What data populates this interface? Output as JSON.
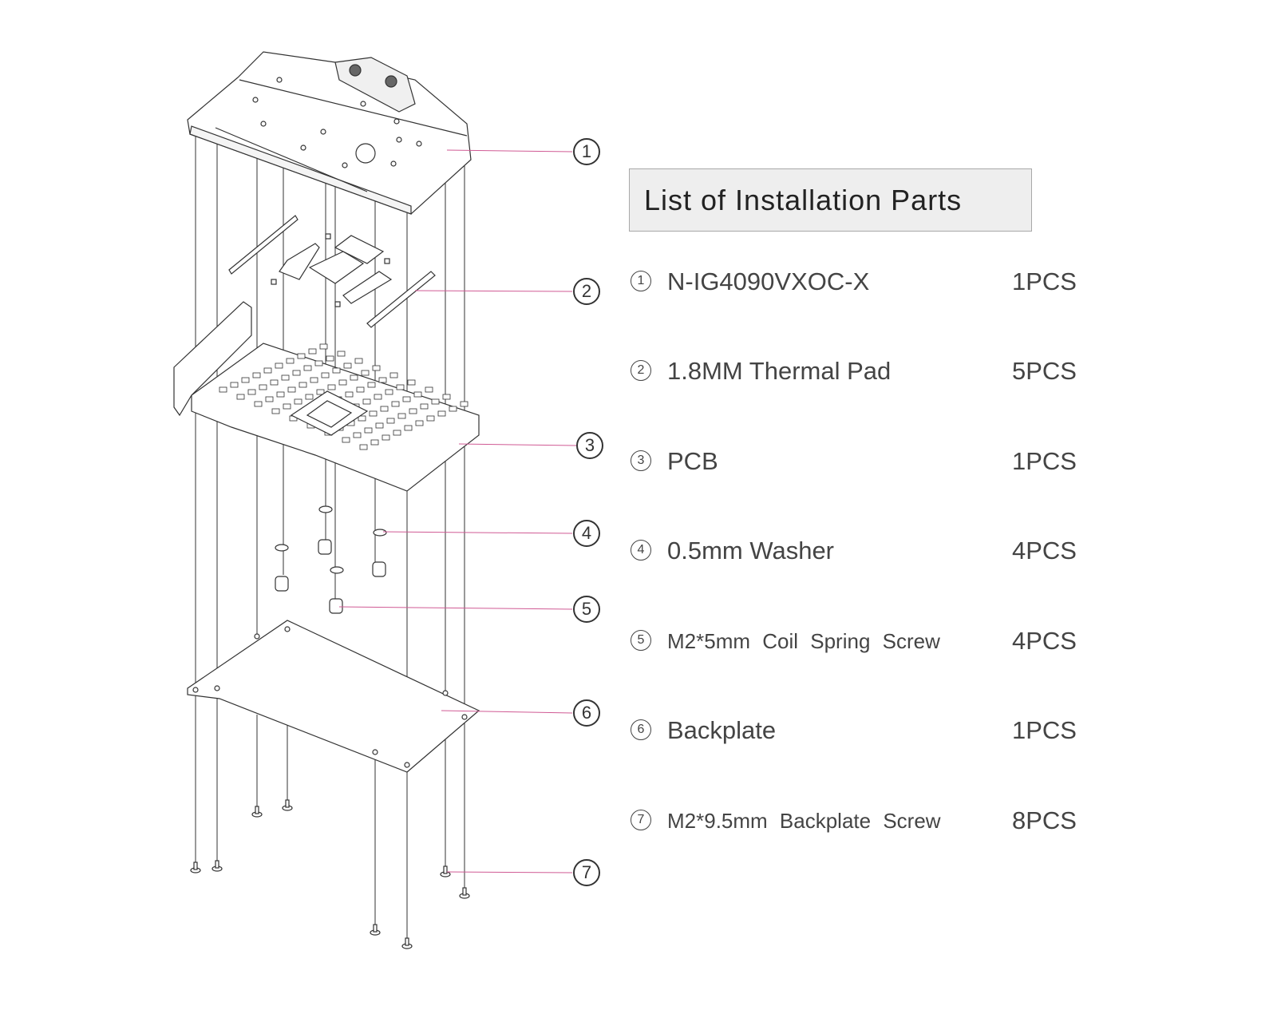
{
  "title": "List of Installation Parts",
  "callouts": [
    "1",
    "2",
    "3",
    "4",
    "5",
    "6",
    "7"
  ],
  "parts": [
    {
      "num": "1",
      "name": "N-IG4090VXOC-X",
      "qty": "1PCS"
    },
    {
      "num": "2",
      "name": "1.8MM Thermal Pad",
      "qty": "5PCS"
    },
    {
      "num": "3",
      "name": "PCB",
      "qty": "1PCS"
    },
    {
      "num": "4",
      "name": "0.5mm  Washer",
      "qty": "4PCS"
    },
    {
      "num": "5",
      "name": "M2*5mm  Coil  Spring  Screw",
      "qty": "4PCS"
    },
    {
      "num": "6",
      "name": "Backplate",
      "qty": "1PCS"
    },
    {
      "num": "7",
      "name": "M2*9.5mm  Backplate  Screw",
      "qty": "8PCS"
    }
  ],
  "colors": {
    "leader": "#d05a94",
    "line": "#333333",
    "title_bg": "#eeeeee"
  }
}
